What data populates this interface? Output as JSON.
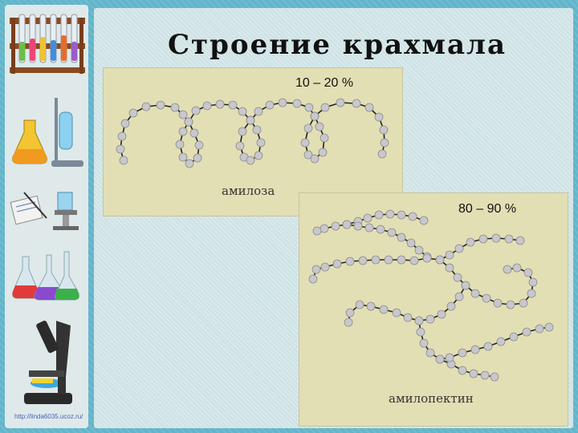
{
  "slide": {
    "title": "Строение крахмала",
    "source_url": "http://linda6035.ucoz.ru/"
  },
  "panels": {
    "amylose": {
      "caption": "амилоза",
      "percent": "10 – 20 %"
    },
    "amylopectin": {
      "caption": "амилопектин",
      "percent": "80 – 90 %"
    }
  },
  "sidebar_icons": [
    "test-tubes-rack-icon",
    "flask-stand-icon",
    "experiment-notes-icon",
    "flasks-icon",
    "microscope-icon"
  ],
  "colors": {
    "background": "#62b5ca",
    "panel": "#e3dfb4",
    "bead": "#c8c8cc"
  }
}
